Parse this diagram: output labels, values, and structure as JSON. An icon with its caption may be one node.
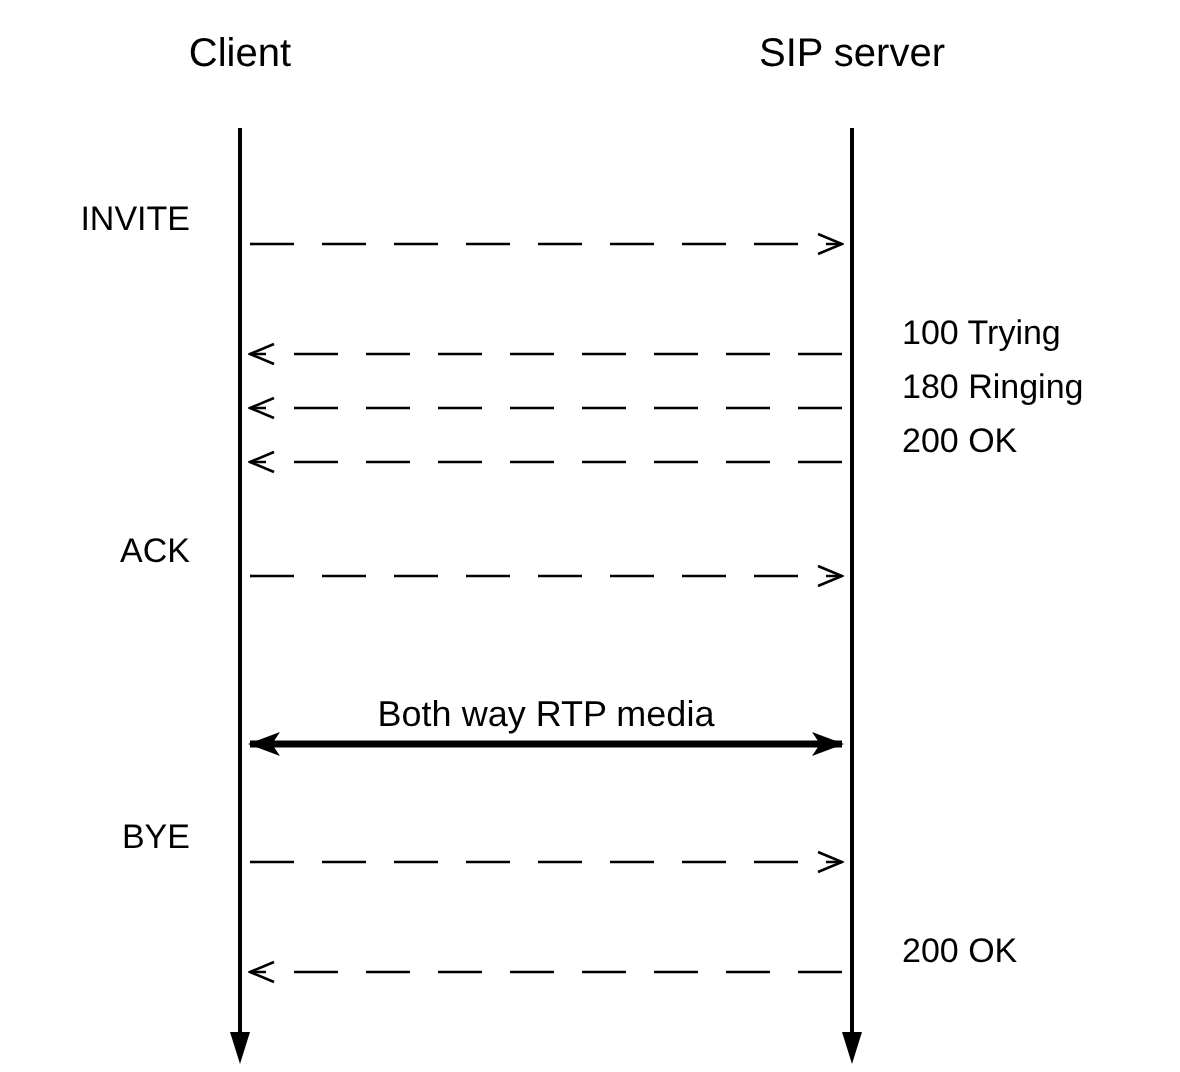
{
  "diagram": {
    "nodes": [
      {
        "text": [
          "Client"
        ]
      },
      {
        "text": [
          "SIP server"
        ]
      },
      {
        "text": [],
        "shape": "bar"
      },
      {
        "text": [],
        "shape": "bar"
      }
    ],
    "edges": [
      {
        "from": 2,
        "to": 3,
        "arrow": "to",
        "label": "INVITE",
        "style": "dashed"
      },
      {
        "from": 3,
        "to": 2,
        "arrow": "to",
        "label": "100 Trying",
        "style": "dashed"
      },
      {
        "from": 3,
        "to": 2,
        "arrow": "to",
        "label": "180 Ringing",
        "style": "dashed"
      },
      {
        "from": 3,
        "to": 2,
        "arrow": "to",
        "label": "200 OK",
        "style": "dashed"
      },
      {
        "from": 2,
        "to": 3,
        "arrow": "to",
        "label": "ACK",
        "style": "dashed"
      },
      {
        "from": 2,
        "to": 3,
        "arrow": "both",
        "label": "Both way RTP media",
        "style": "thick"
      },
      {
        "from": 2,
        "to": 3,
        "arrow": "to",
        "label": "BYE",
        "style": "dashed"
      },
      {
        "from": 3,
        "to": 2,
        "arrow": "to",
        "label": "200 OK",
        "style": "dashed"
      }
    ]
  }
}
